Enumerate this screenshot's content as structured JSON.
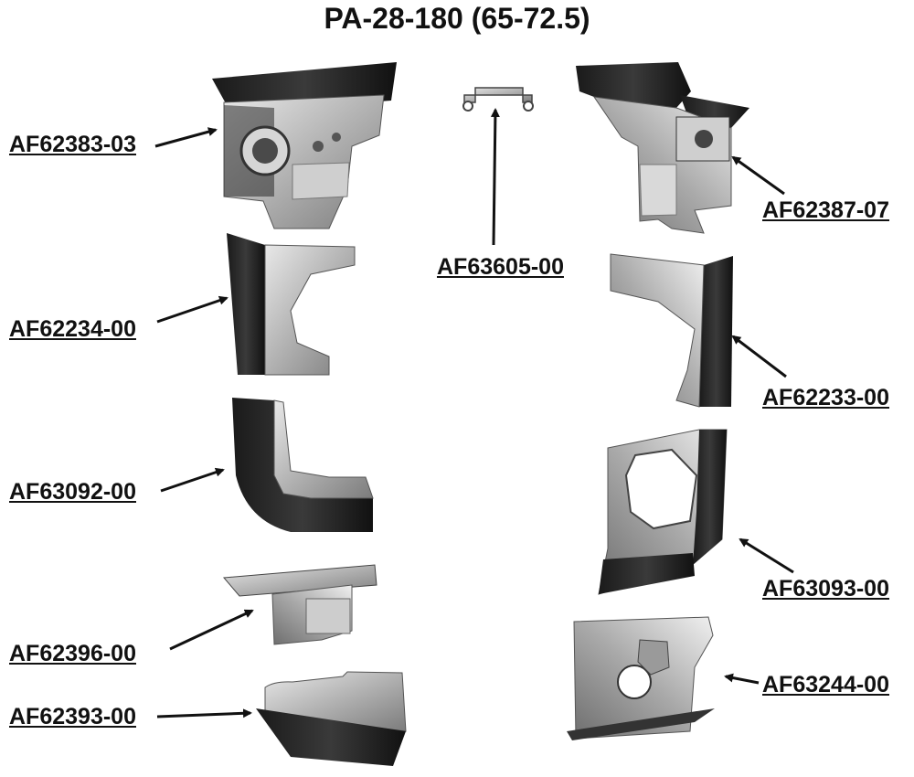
{
  "title": "PA-28-180 (65-72.5)",
  "parts": [
    {
      "id": "AF62383-03"
    },
    {
      "id": "AF63605-00"
    },
    {
      "id": "AF62387-07"
    },
    {
      "id": "AF62234-00"
    },
    {
      "id": "AF62233-00"
    },
    {
      "id": "AF63092-00"
    },
    {
      "id": "AF63093-00"
    },
    {
      "id": "AF62396-00"
    },
    {
      "id": "AF63244-00"
    },
    {
      "id": "AF62393-00"
    }
  ]
}
